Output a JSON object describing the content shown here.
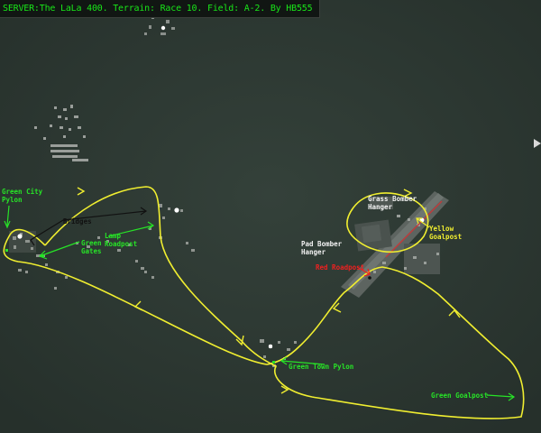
{
  "server_bar": {
    "text": "SERVER:The LaLa 400. Terrain: Race 10. Field: A-2. By HB555"
  },
  "map_labels": {
    "green_city_pylon_line1": "Green City",
    "green_city_pylon_line2": "Pylon",
    "bridges": "Bridges",
    "lamp_line1": "Lamp",
    "lamp_line2": "Roadpost",
    "green_gates_line1": "Green",
    "green_gates_line2": "Gates",
    "grass_bomber_line1": "Grass Bomber",
    "grass_bomber_line2": "Hanger",
    "pad_bomber_line1": "Pad Bomber",
    "pad_bomber_line2": "Hanger",
    "red_roadpost": "Red Roadpost",
    "yellow_goalpost_line1": "Yellow",
    "yellow_goalpost_line2": "Goalpost",
    "green_town_pylon": "Green Town Pylon",
    "green_goalpost": "Green Goalpost"
  },
  "colors": {
    "terrain": "#2f3a34",
    "race_route": "#f0ee30",
    "label_green": "#27e327",
    "label_red": "#ee2020",
    "label_yellow": "#f0ee30",
    "label_white": "#f2f2f2",
    "server_text": "#19e619"
  },
  "icons": {
    "cursor": "mouse-pointer-icon",
    "route_arrow": "chevron-arrow-icon"
  }
}
